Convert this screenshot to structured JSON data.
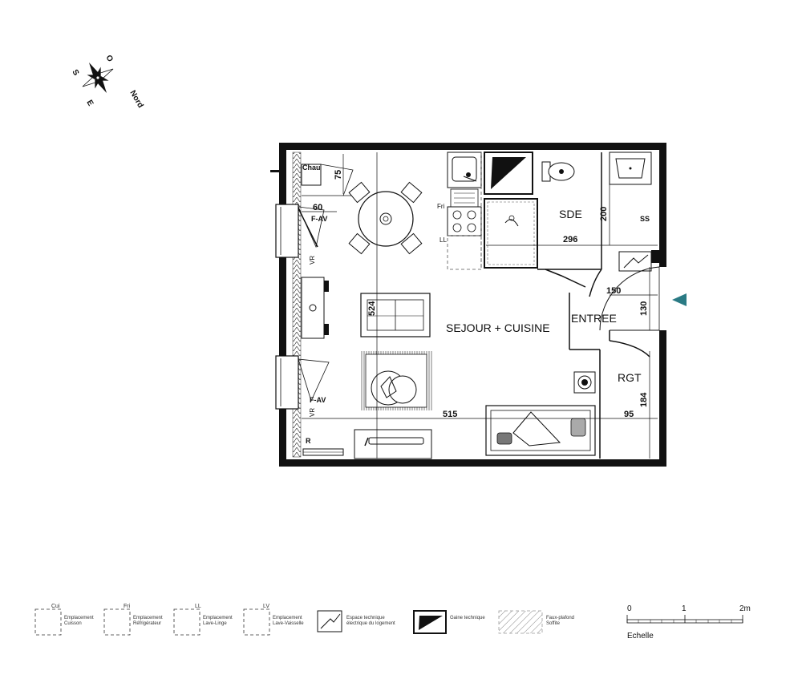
{
  "compass": {
    "north": "Nord",
    "south": "S",
    "east": "E",
    "west": "O"
  },
  "rooms": {
    "sejour": "SEJOUR + CUISINE",
    "sde": "SDE",
    "entree": "ENTREE",
    "rgt": "RGT"
  },
  "dimensions": {
    "d515": "515",
    "d296": "296",
    "d200": "200",
    "d150": "150",
    "d130": "130",
    "d184": "184",
    "d95": "95",
    "d75": "75",
    "d60": "60",
    "d524": "524"
  },
  "fixtures": {
    "chau": "Chau",
    "fav_top": "F-AV",
    "fav_bottom": "F-AV",
    "vr_top": "VR",
    "vr_bottom": "VR",
    "fri": "Fri",
    "ll": "LL",
    "ss": "SS",
    "r": "R"
  },
  "legend": [
    {
      "code": "Cui",
      "line1": "Emplacement",
      "line2": "Cuisson"
    },
    {
      "code": "Fri",
      "line1": "Emplacement",
      "line2": "Réfrigérateur"
    },
    {
      "code": "LL",
      "line1": "Emplacement",
      "line2": "Lave-Linge"
    },
    {
      "code": "LV",
      "line1": "Emplacement",
      "line2": "Lave-Vaisselle"
    },
    {
      "code": "",
      "line1": "Espace technique",
      "line2": "électrique du logement"
    },
    {
      "code": "",
      "line1": "Gaine technique",
      "line2": ""
    },
    {
      "code": "",
      "line1": "Faux-plafond",
      "line2": "Soffite"
    }
  ],
  "scale": {
    "t0": "0",
    "t1": "1",
    "t2": "2m",
    "label": "Echelle"
  },
  "colors": {
    "wall": "#111111",
    "entry_arrow": "#2a7a84"
  }
}
